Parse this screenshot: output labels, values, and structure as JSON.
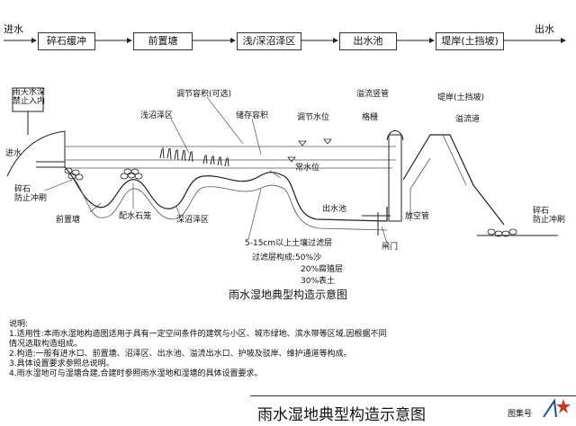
{
  "flow": {
    "start": "进水",
    "end": "出水",
    "boxes": [
      "碎石缓冲",
      "前置塘",
      "浅/深沼泽区",
      "出水池",
      "堤岸(土挡坡)"
    ]
  },
  "labels": {
    "sign": "雨天水深\n禁止入内",
    "inlet": "进水",
    "gravel_left": "碎石\n防止冲刷",
    "forebay": "前置塘",
    "gravel_cage": "配水石笼",
    "deep_marsh": "深沼泽区",
    "shallow_marsh": "浅沼泽区",
    "adjust_volume": "调节容积(可选)",
    "storage_volume": "储存容积",
    "adjust_level": "调节水位",
    "normal_level": "常水位",
    "outlet_pool": "出水池",
    "overflow_riser": "溢流竖管",
    "grating": "格栅",
    "embankment": "堤岸(土挡坡)",
    "overflow_channel": "溢流道",
    "drain_pipe": "放空管",
    "valve": "闸门",
    "gravel_right": "碎石\n防止冲刷",
    "soil_layer": "5-15cm以上土壤过滤层",
    "filter_title": "过滤层构成:50%沙",
    "filter_b": "20%腐殖层",
    "filter_c": "30%表土"
  },
  "caption": "雨水湿地典型构造示意图",
  "notes": [
    "说明:",
    "1.适用性:本雨水湿地构造图适用于具有一定空间条件的建筑与小区、城市绿地、滨水带等区域,因根据不同",
    "  情况选取构造组成。",
    "2.构造:一般有进水口、前置塘、沼泽区、出水池、溢流出水口、护坡及驳岸、维护通道等构成。",
    "3.具体设置要求参照总说明。",
    "4.雨水湿地可与湿塘合建,合建时参照雨水湿地和湿塘的具体设置要求。"
  ],
  "title_block": {
    "title": "雨水湿地典型构造示意图",
    "sheet_label": "图集号"
  }
}
